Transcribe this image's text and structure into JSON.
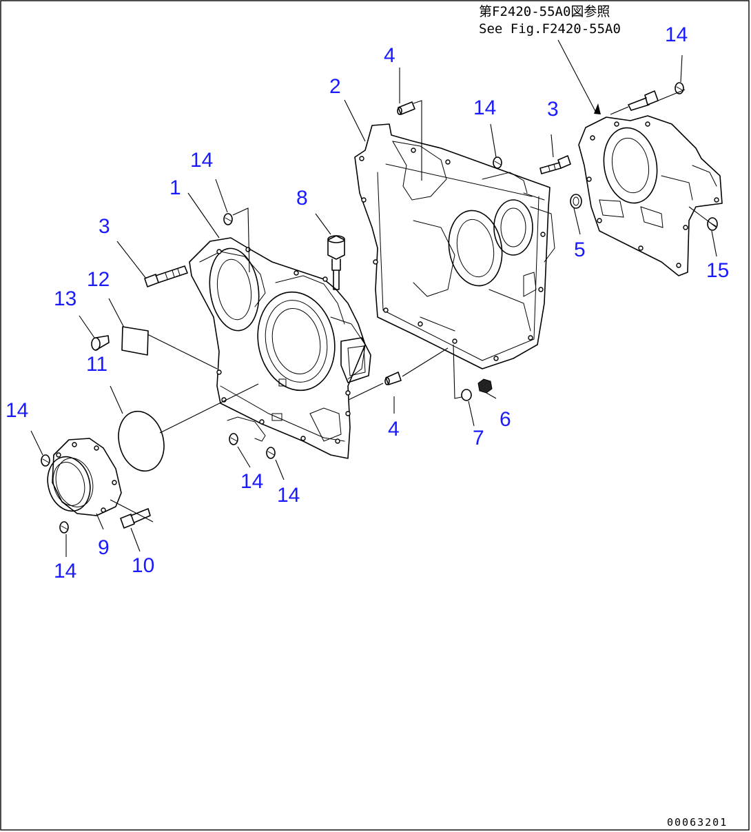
{
  "reference": {
    "line1": "第F2420-55A0図参照",
    "line2": "See Fig.F2420-55A0"
  },
  "drawing_code": "00063201",
  "callouts": [
    {
      "id": "c1",
      "text": "1"
    },
    {
      "id": "c2",
      "text": "2"
    },
    {
      "id": "c3a",
      "text": "3"
    },
    {
      "id": "c3b",
      "text": "3"
    },
    {
      "id": "c4a",
      "text": "4"
    },
    {
      "id": "c4b",
      "text": "4"
    },
    {
      "id": "c5",
      "text": "5"
    },
    {
      "id": "c6",
      "text": "6"
    },
    {
      "id": "c7",
      "text": "7"
    },
    {
      "id": "c8",
      "text": "8"
    },
    {
      "id": "c9",
      "text": "9"
    },
    {
      "id": "c10",
      "text": "10"
    },
    {
      "id": "c11",
      "text": "11"
    },
    {
      "id": "c12",
      "text": "12"
    },
    {
      "id": "c13",
      "text": "13"
    },
    {
      "id": "c14a",
      "text": "14"
    },
    {
      "id": "c14b",
      "text": "14"
    },
    {
      "id": "c14c",
      "text": "14"
    },
    {
      "id": "c14d",
      "text": "14"
    },
    {
      "id": "c14e",
      "text": "14"
    },
    {
      "id": "c14f",
      "text": "14"
    },
    {
      "id": "c14g",
      "text": "14"
    },
    {
      "id": "c15",
      "text": "15"
    }
  ]
}
